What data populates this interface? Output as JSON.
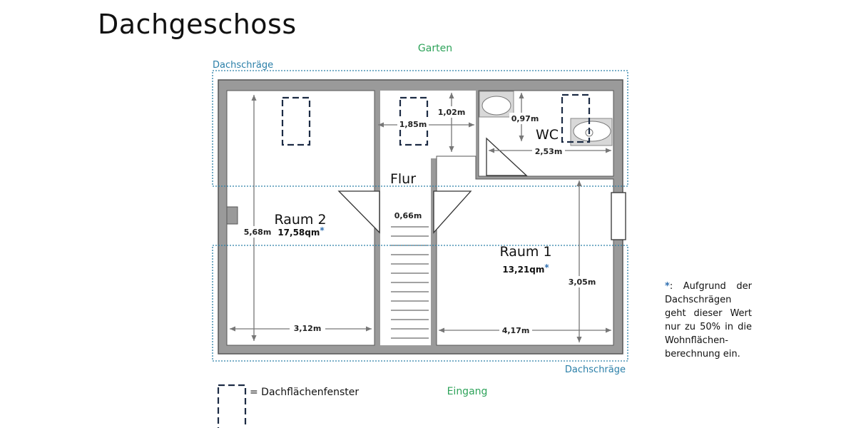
{
  "title": "Dachgeschoss",
  "labels": {
    "top": "Garten",
    "bottom": "Eingang",
    "slope_top": "Dachschräge",
    "slope_bottom": "Dachschräge"
  },
  "rooms": {
    "raum2": {
      "name": "Raum 2",
      "area": "17,58qm",
      "marker": "*"
    },
    "raum1": {
      "name": "Raum 1",
      "area": "13,21qm",
      "marker": "*"
    },
    "flur": {
      "name": "Flur"
    },
    "wc": {
      "name": "WC"
    }
  },
  "dimensions": {
    "raum2_height": "5,68m",
    "raum2_width": "3,12m",
    "flur_top_width": "1,85m",
    "flur_top_depth": "1,02m",
    "stair_width": "0,66m",
    "wc_depth": "0,97m",
    "wc_width": "2,53m",
    "raum1_width": "4,17m",
    "raum1_height": "3,05m"
  },
  "footnote": {
    "marker": "*",
    "text": ": Aufgrund der Dachschrägen geht dieser Wert nur zu 50% in die Wohnflächen-berechnung ein."
  },
  "legend": {
    "label": "= Dachflächenfenster",
    "icon": "roof-window-icon"
  },
  "colors": {
    "label_green": "#2ea35a",
    "slope_blue": "#2a7fa8",
    "wall": "#9a9a9a",
    "wall_dark": "#555555",
    "window_dash": "#1c2b44"
  }
}
